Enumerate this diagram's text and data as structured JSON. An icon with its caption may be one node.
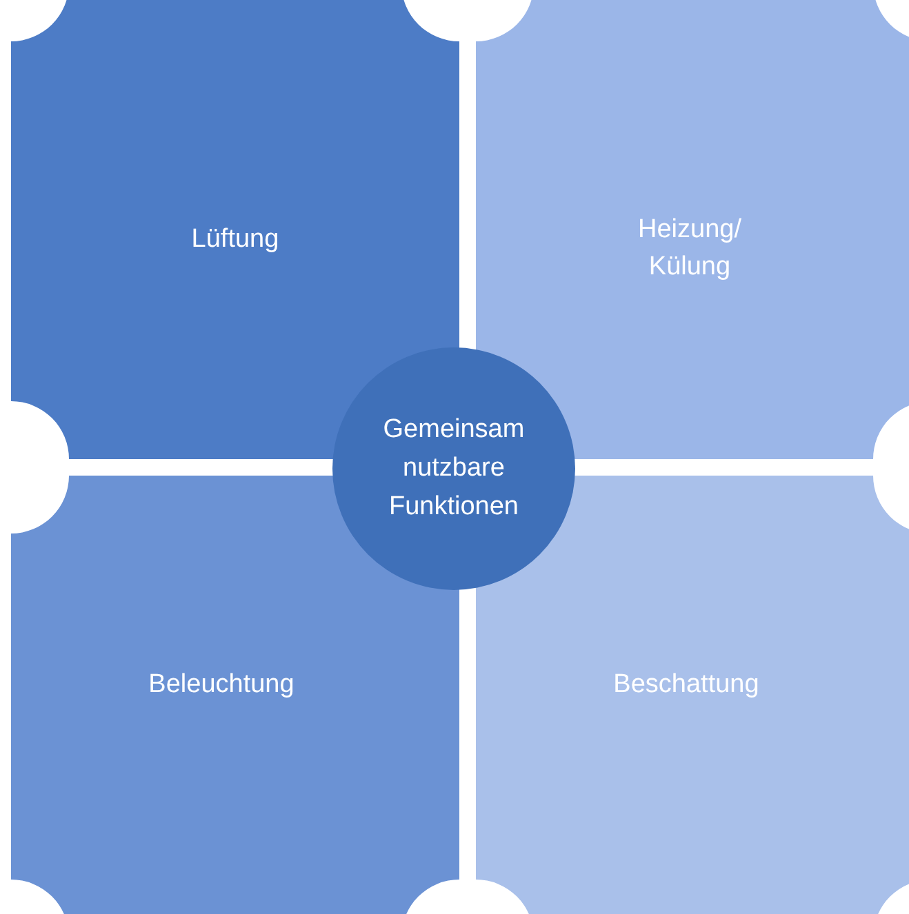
{
  "diagram": {
    "nodes": [
      {
        "text": [
          "Lüftung"
        ]
      },
      {
        "text": [
          "Heizung/ Külung"
        ]
      },
      {
        "text": [
          "Beleuchtung"
        ]
      },
      {
        "text": [
          "Beschattung"
        ]
      },
      {
        "text": [
          "Gemeinsam nutzbare Funktionen"
        ]
      }
    ]
  }
}
